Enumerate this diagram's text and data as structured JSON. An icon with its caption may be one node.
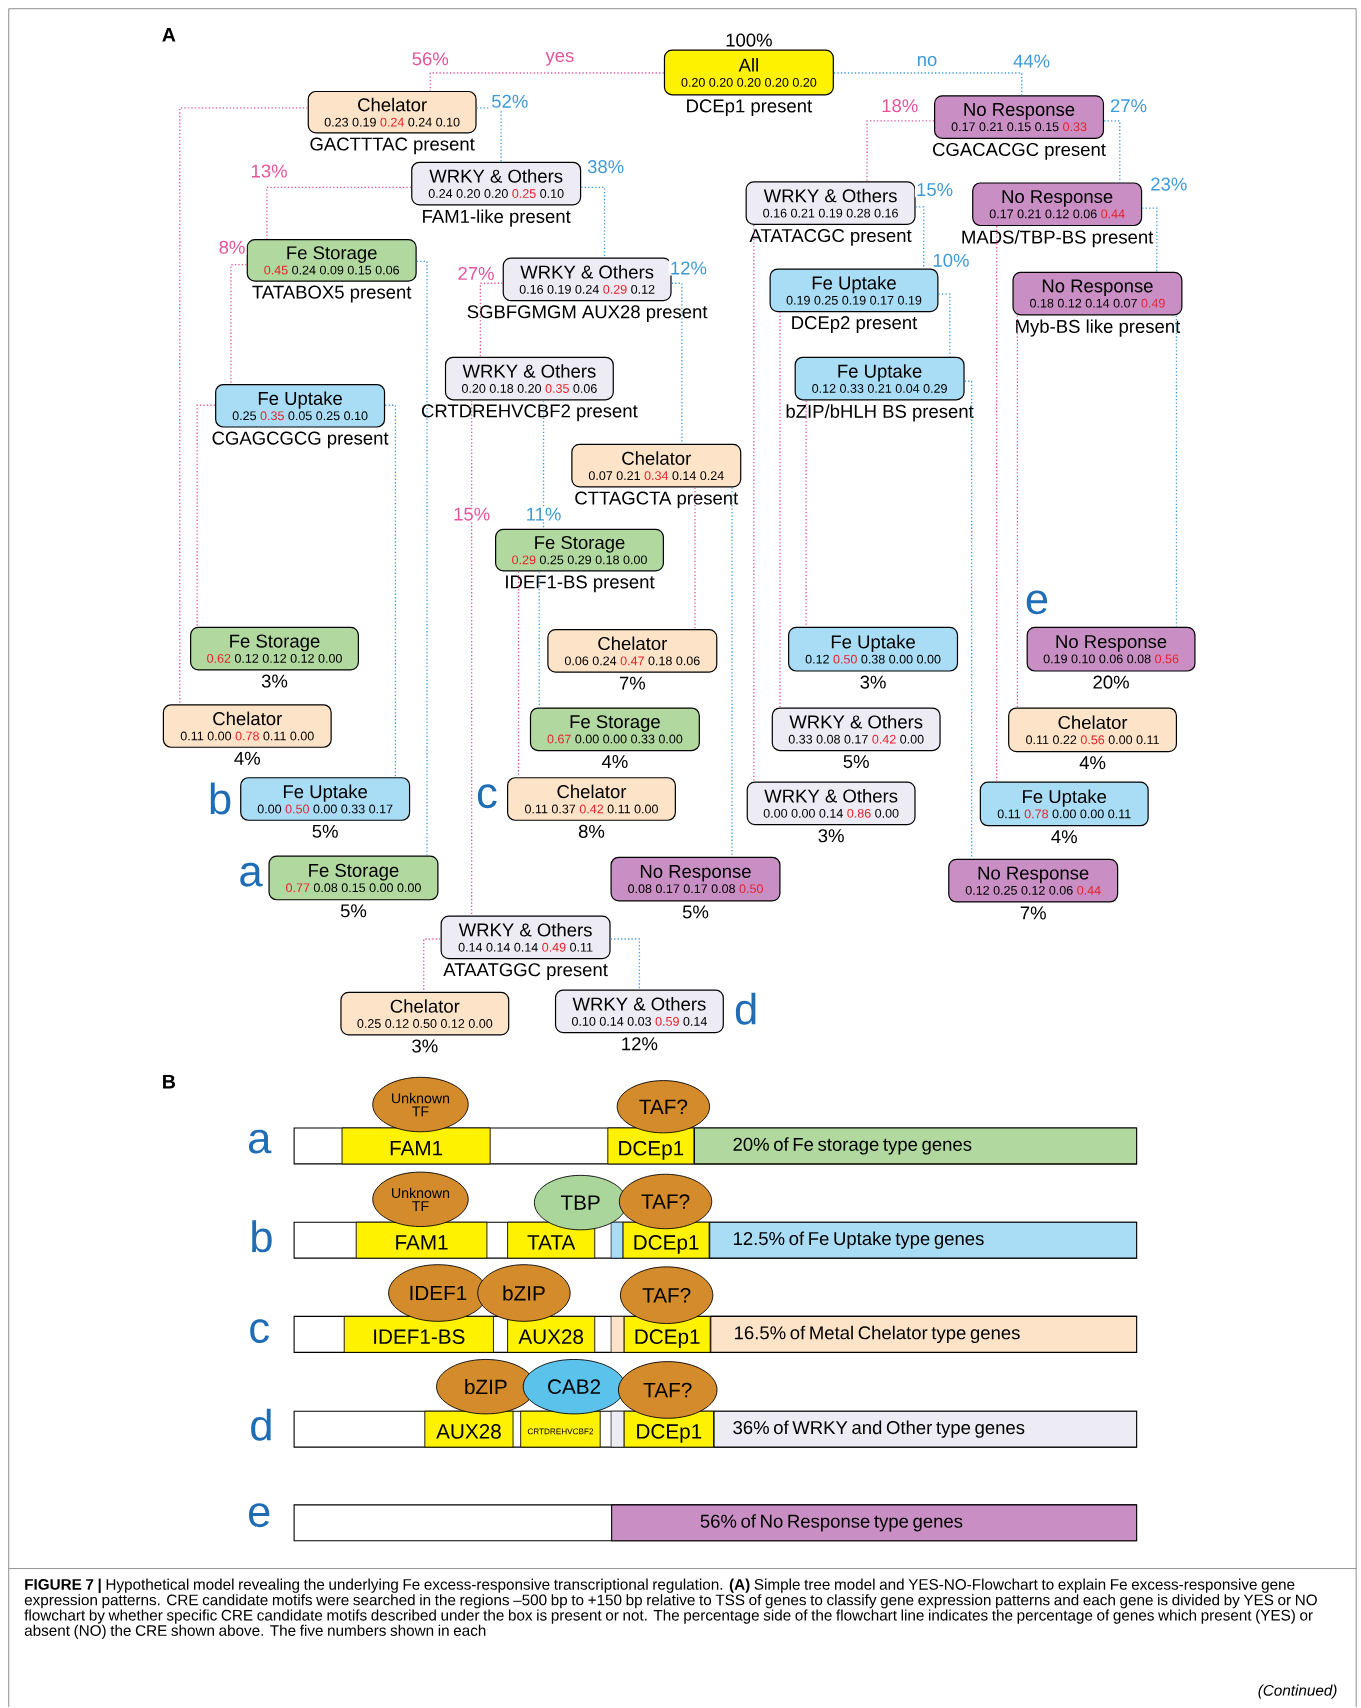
{
  "diagram": {
    "nodes": [
      {
        "text": [
          "All",
          "0.20 0.20 0.20 0.20 0.20"
        ],
        "beside": [
          "100%",
          "DCEp1 present"
        ]
      },
      {
        "text": [
          "Chelator",
          "0.23 0.19 **0.24** 0.24 0.10"
        ],
        "beside": [
          "GACTTTAC present"
        ]
      },
      {
        "text": [
          "No Response",
          "0.17 0.21 0.15 0.15 **0.33**"
        ],
        "beside": [
          "CGACACGC present"
        ]
      },
      {
        "text": [
          "WRKY & Others",
          "0.24 0.20 0.20 **0.25** 0.10"
        ],
        "beside": [
          "FAM1-like present"
        ]
      },
      {
        "text": [
          "WRKY & Others",
          "0.16 0.21 0.19 0.28 0.16"
        ],
        "beside": [
          "ATATACGC present"
        ]
      },
      {
        "text": [
          "No Response",
          "0.17 0.21 0.12 0.06 **0.44**"
        ],
        "beside": [
          "MADS/TBP-BS present"
        ]
      },
      {
        "text": [
          "Fe Storage",
          "**0.45** 0.24 0.09 0.15 0.06"
        ],
        "beside": [
          "TATABOX5 present"
        ]
      },
      {
        "text": [
          "WRKY & Others",
          "0.16 0.19 0.24 **0.29** 0.12"
        ],
        "beside": [
          "SGBFGMGM AUX28 present"
        ]
      },
      {
        "text": [
          "Fe Uptake",
          "0.19 0.25 0.19 0.17 0.19"
        ],
        "beside": [
          "DCEp2 present"
        ]
      },
      {
        "text": [
          "No Response",
          "0.18 0.12 0.14 0.07 **0.49**"
        ],
        "beside": [
          "Myb-BS like present"
        ]
      },
      {
        "text": [
          "WRKY & Others",
          "0.20 0.18 0.20 **0.35** 0.06"
        ],
        "beside": [
          "CRTDREHVCBF2 present"
        ]
      },
      {
        "text": [
          "Fe Uptake",
          "0.12 0.33 0.21 0.04 0.29"
        ],
        "beside": [
          "bZIP/bHLH BS present"
        ]
      },
      {
        "text": [
          "Fe Uptake",
          "0.25 **0.35** 0.05 0.25 0.10"
        ],
        "beside": [
          "CGAGCGCG present"
        ]
      },
      {
        "text": [
          "Chelator",
          "0.07 0.21 **0.34** 0.14 0.24"
        ],
        "beside": [
          "CTTAGCTA present"
        ]
      },
      {
        "text": [
          "Fe Storage",
          "**0.29** 0.25 0.29 0.18 0.00"
        ],
        "beside": [
          "IDEF1-BS present"
        ]
      },
      {
        "text": [
          "Fe Storage",
          "**0.62** 0.12 0.12 0.12 0.00"
        ],
        "beside": [
          "3%"
        ]
      },
      {
        "text": [
          "Fe Uptake",
          "0.12 **0.50** 0.38 0.00 0.00"
        ],
        "beside": [
          "3%"
        ]
      },
      {
        "text": [
          "No Response",
          "0.19 0.10 0.06 0.08 **0.56**"
        ],
        "beside": [
          "20%"
        ]
      },
      {
        "text": [
          "Chelator",
          "0.06 0.24 **0.47** 0.18 0.06"
        ],
        "beside": [
          "7%"
        ]
      },
      {
        "text": [
          "Chelator",
          "0.11 0.00 **0.78** 0.11 0.00"
        ],
        "beside": [
          "4%"
        ]
      },
      {
        "text": [
          "Fe Storage",
          "**0.67** 0.00 0.00 0.33 0.00"
        ],
        "beside": [
          "4%"
        ]
      },
      {
        "text": [
          "WRKY & Others",
          "0.33 0.08 0.17 **0.42** 0.00"
        ],
        "beside": [
          "5%"
        ]
      },
      {
        "text": [
          "Chelator",
          "0.11 0.22 **0.56** 0.00 0.11"
        ],
        "beside": [
          "4%"
        ]
      },
      {
        "text": [
          "Fe Uptake",
          "0.00 **0.50** 0.00 0.33 0.17"
        ],
        "beside": [
          "5%"
        ]
      },
      {
        "text": [
          "Chelator",
          "0.11 0.37 **0.42** 0.11 0.00"
        ],
        "beside": [
          "8%"
        ]
      },
      {
        "text": [
          "WRKY & Others",
          "0.00 0.00 0.14 **0.86** 0.00"
        ],
        "beside": [
          "3%"
        ]
      },
      {
        "text": [
          "Fe Uptake",
          "0.11 **0.78** 0.00 0.00 0.11"
        ],
        "beside": [
          "4%"
        ]
      },
      {
        "text": [
          "Fe Storage",
          "**0.77** 0.08 0.15 0.00 0.00"
        ],
        "beside": [
          "5%"
        ]
      },
      {
        "text": [
          "No Response",
          "0.08 0.17 0.17 0.08 **0.50**"
        ],
        "beside": [
          "5%"
        ]
      },
      {
        "text": [
          "No Response",
          "0.12 0.25 0.12 0.06 **0.44**"
        ],
        "beside": [
          "7%"
        ]
      },
      {
        "text": [
          "WRKY & Others",
          "0.14 0.14 0.14 **0.49** 0.11"
        ],
        "beside": [
          "ATAATGGC present"
        ]
      },
      {
        "text": [
          "Chelator",
          "0.25 0.12 0.50 0.12 0.00"
        ],
        "beside": [
          "3%"
        ]
      },
      {
        "text": [
          "WRKY & Others",
          "0.10 0.14 0.03 **0.59** 0.14"
        ],
        "beside": [
          "12%"
        ]
      },
      {
        "text": [
          "Unknown TF"
        ]
      },
      {
        "text": [
          "TAF?"
        ]
      },
      {
        "text": [
          "FAM1"
        ]
      },
      {
        "text": [
          "DCEp1"
        ]
      },
      {
        "text": [
          "20% of Fe storage type genes"
        ]
      },
      {
        "text": [
          "Unknown TF"
        ]
      },
      {
        "text": [
          "TBP"
        ]
      },
      {
        "text": [
          "TAF?"
        ]
      },
      {
        "text": [
          "FAM1"
        ]
      },
      {
        "text": [
          "TATA"
        ]
      },
      {
        "text": [
          "DCEp1"
        ]
      },
      {
        "text": [
          "12.5% of Fe Uptake type genes"
        ]
      },
      {
        "text": [
          "IDEF1"
        ]
      },
      {
        "text": [
          "bZIP"
        ]
      },
      {
        "text": [
          "TAF?"
        ]
      },
      {
        "text": [
          "IDEF1-BS"
        ]
      },
      {
        "text": [
          "AUX28"
        ]
      },
      {
        "text": [
          "DCEp1"
        ]
      },
      {
        "text": [
          "16.5% of Metal Chelator type genes"
        ]
      },
      {
        "text": [
          "bZIP"
        ]
      },
      {
        "text": [
          "CAB2"
        ]
      },
      {
        "text": [
          "TAF?"
        ]
      },
      {
        "text": [
          "AUX28"
        ]
      },
      {
        "text": [
          "CRTDREHVCBF2"
        ]
      },
      {
        "text": [
          "DCEp1"
        ]
      },
      {
        "text": [
          "36% of WRKY and Other type genes"
        ]
      },
      {
        "text": [
          "56% of No Response type genes"
        ]
      }
    ],
    "edges": [
      {
        "from": 0,
        "to": 1,
        "arrow": "none",
        "label": "56%",
        "color": "#e2559a"
      },
      {
        "from": 0,
        "to": 2,
        "arrow": "none",
        "label": "44%",
        "color": "#3d9ad8"
      },
      {
        "from": 1,
        "to": 19,
        "arrow": "none",
        "color": "#e2559a"
      },
      {
        "from": 1,
        "to": 3,
        "arrow": "none",
        "label": "52%",
        "color": "#3d9ad8"
      },
      {
        "from": 2,
        "to": 4,
        "arrow": "none",
        "label": "18%",
        "color": "#e2559a"
      },
      {
        "from": 2,
        "to": 5,
        "arrow": "none",
        "label": "27%",
        "color": "#3d9ad8"
      },
      {
        "from": 3,
        "to": 6,
        "arrow": "none",
        "label": "13%",
        "color": "#e2559a"
      },
      {
        "from": 3,
        "to": 7,
        "arrow": "none",
        "label": "38%",
        "color": "#3d9ad8"
      },
      {
        "from": 4,
        "to": 25,
        "arrow": "none",
        "color": "#e2559a"
      },
      {
        "from": 4,
        "to": 8,
        "arrow": "none",
        "label": "15%",
        "color": "#3d9ad8"
      },
      {
        "from": 5,
        "to": 26,
        "arrow": "none",
        "color": "#e2559a"
      },
      {
        "from": 5,
        "to": 9,
        "arrow": "none",
        "label": "23%",
        "color": "#3d9ad8"
      },
      {
        "from": 6,
        "to": 12,
        "arrow": "none",
        "label": "8%",
        "color": "#e2559a"
      },
      {
        "from": 6,
        "to": 27,
        "arrow": "none",
        "color": "#3d9ad8"
      },
      {
        "from": 7,
        "to": 10,
        "arrow": "none",
        "label": "27%",
        "color": "#e2559a"
      },
      {
        "from": 7,
        "to": 13,
        "arrow": "none",
        "label": "12%",
        "color": "#3d9ad8"
      },
      {
        "from": 8,
        "to": 21,
        "arrow": "none",
        "color": "#e2559a"
      },
      {
        "from": 8,
        "to": 11,
        "arrow": "none",
        "label": "10%",
        "color": "#3d9ad8"
      },
      {
        "from": 9,
        "to": 22,
        "arrow": "none",
        "color": "#e2559a"
      },
      {
        "from": 9,
        "to": 17,
        "arrow": "none",
        "color": "#3d9ad8"
      },
      {
        "from": 10,
        "to": 30,
        "arrow": "none",
        "label": "15%",
        "color": "#e2559a"
      },
      {
        "from": 10,
        "to": 14,
        "arrow": "none",
        "label": "11%",
        "color": "#3d9ad8"
      },
      {
        "from": 11,
        "to": 16,
        "arrow": "none",
        "color": "#e2559a"
      },
      {
        "from": 11,
        "to": 29,
        "arrow": "none",
        "color": "#3d9ad8"
      },
      {
        "from": 12,
        "to": 15,
        "arrow": "none",
        "color": "#e2559a"
      },
      {
        "from": 12,
        "to": 23,
        "arrow": "none",
        "color": "#3d9ad8"
      },
      {
        "from": 13,
        "to": 18,
        "arrow": "none",
        "color": "#e2559a"
      },
      {
        "from": 13,
        "to": 28,
        "arrow": "none",
        "color": "#3d9ad8"
      },
      {
        "from": 14,
        "to": 24,
        "arrow": "none",
        "color": "#e2559a"
      },
      {
        "from": 14,
        "to": 20,
        "arrow": "none",
        "color": "#3d9ad8"
      },
      {
        "from": 30,
        "to": 31,
        "arrow": "none",
        "color": "#e2559a"
      },
      {
        "from": 30,
        "to": 32,
        "arrow": "none",
        "color": "#3d9ad8"
      }
    ],
    "labels": [
      "A",
      "yes",
      "no",
      "e",
      "c",
      "b",
      "a",
      "d",
      "B",
      "a",
      "b",
      "c",
      "d",
      "e",
      "(Continued)"
    ],
    "caption": "**FIGURE 7 |** Hypothetical model revealing the underlying Fe excess-responsive transcriptional regulation. **(A)** Simple tree model and YES-NO-Flowchart to explain Fe excess-responsive gene expression patterns. CRE candidate motifs were searched in the regions –500 bp to +150 bp relative to TSS of genes to classify gene expression patterns and each gene is divided by YES or NO flowchart by whether specific CRE candidate motifs described under the box is present or not. The percentage side of the flowchart line indicates the percentage of genes which present (YES) or absent (NO) the CRE shown above. The five numbers shown in each"
  }
}
